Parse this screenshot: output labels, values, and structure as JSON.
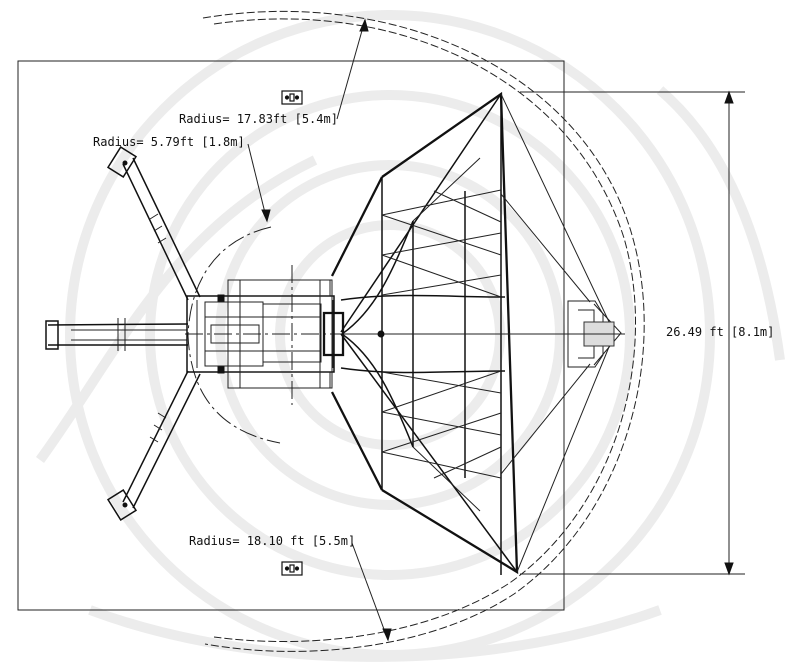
{
  "drawing": {
    "colors": {
      "line": "#111111",
      "background": "#ffffff",
      "watermark": "#ececec"
    }
  },
  "labels": {
    "outer_radius_top": "Radius= 17.83ft [5.4m]",
    "inner_radius": "Radius= 5.79ft [1.8m]",
    "outer_radius_bottom": "Radius= 18.10 ft [5.5m]",
    "diameter": "26.49 ft [8.1m]"
  },
  "icons": {
    "top_marker": "survey-marker-icon",
    "bottom_marker": "survey-marker-icon"
  }
}
